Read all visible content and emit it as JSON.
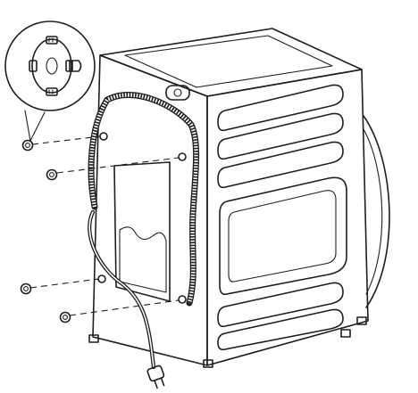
{
  "figure": {
    "subject": "washer-rear-view",
    "callout": "shipping-bolt-plug-detail",
    "plug_count": 4
  },
  "colors": {
    "line": "#1e1e1e",
    "panel": "#f4f4f4",
    "side": "#e6e6e6",
    "top": "#fafafa",
    "background": "#ffffff"
  },
  "icons": [
    "cap-plug-icon",
    "power-plug-icon",
    "drain-hose-icon"
  ]
}
